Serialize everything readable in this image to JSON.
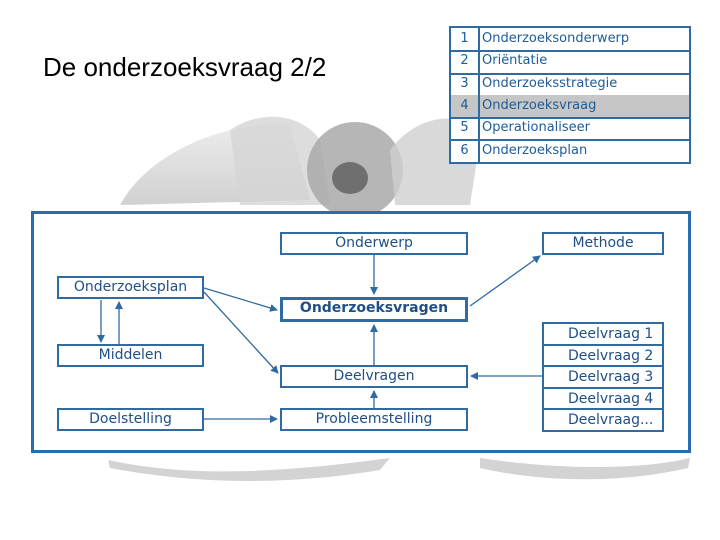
{
  "slide": {
    "title": "De onderzoeksvraag 2/2"
  },
  "steps": [
    {
      "num": "1",
      "label": "Onderzoeksonderwerp",
      "active": false
    },
    {
      "num": "2",
      "label": "Oriëntatie",
      "active": false
    },
    {
      "num": "3",
      "label": "Onderzoeksstrategie",
      "active": false
    },
    {
      "num": "4",
      "label": "Onderzoeksvraag",
      "active": true
    },
    {
      "num": "5",
      "label": "Operationaliseer",
      "active": false
    },
    {
      "num": "6",
      "label": "Onderzoeksplan",
      "active": false
    }
  ],
  "diagram": {
    "onderwerp": "Onderwerp",
    "methode": "Methode",
    "onderzoeksplan": "Onderzoeksplan",
    "onderzoeksvragen": "Onderzoeksvragen",
    "middelen": "Middelen",
    "deelvragen": "Deelvragen",
    "doelstelling": "Doelstelling",
    "probleemstelling": "Probleemstelling",
    "deelvraag_list": [
      "Deelvraag 1",
      "Deelvraag 2",
      "Deelvraag 3",
      "Deelvraag 4",
      "Deelvraag..."
    ]
  },
  "colors": {
    "accent": "#2a6cb0",
    "text": "#1f4f86",
    "highlight": "#c6c6c6"
  }
}
